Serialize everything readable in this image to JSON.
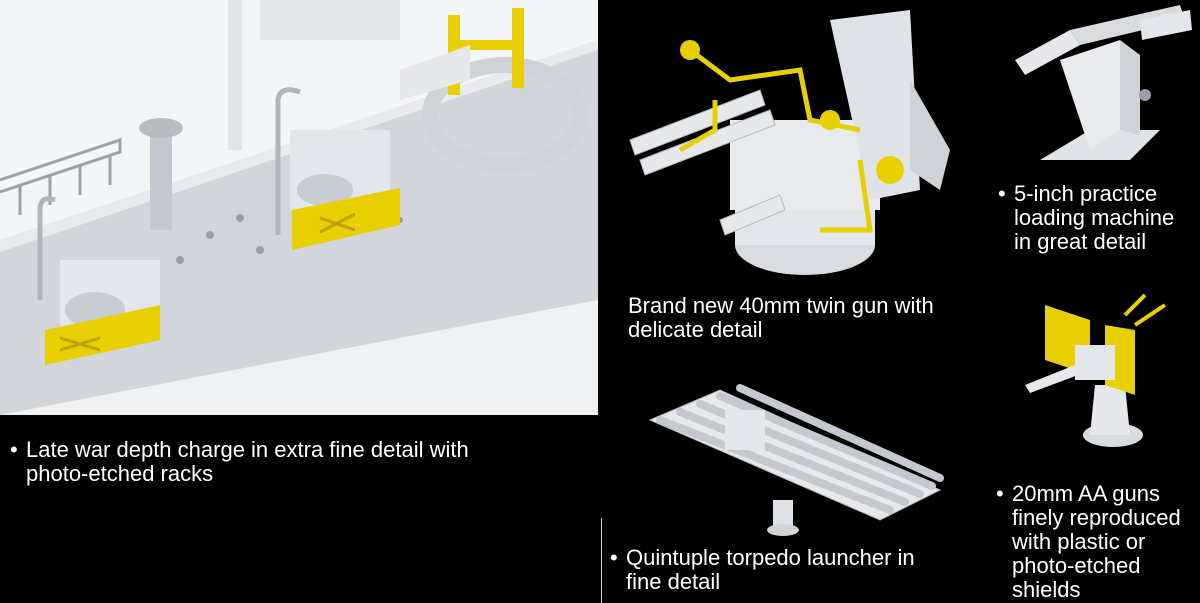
{
  "colors": {
    "background": "#000000",
    "model_grey": "#dcdfe3",
    "photo_etch_yellow": "#e8d000",
    "text": "#ffffff"
  },
  "captions": {
    "depth_charge": {
      "bullet": "•",
      "lines": [
        "Late war depth charge in extra fine detail with",
        "photo-etched racks"
      ]
    },
    "twin_gun": {
      "bullet": "",
      "lines": [
        "Brand new 40mm twin gun with",
        "delicate detail"
      ]
    },
    "loading_machine": {
      "bullet": "•",
      "lines": [
        "5-inch practice",
        "loading machine",
        "in great detail"
      ]
    },
    "torpedo": {
      "bullet": "•",
      "lines": [
        "Quintuple torpedo launcher in",
        "fine detail"
      ]
    },
    "aa_guns": {
      "bullet": "•",
      "lines": [
        "20mm AA guns",
        "finely reproduced",
        "with plastic or",
        "photo-etched",
        "shields"
      ]
    }
  }
}
